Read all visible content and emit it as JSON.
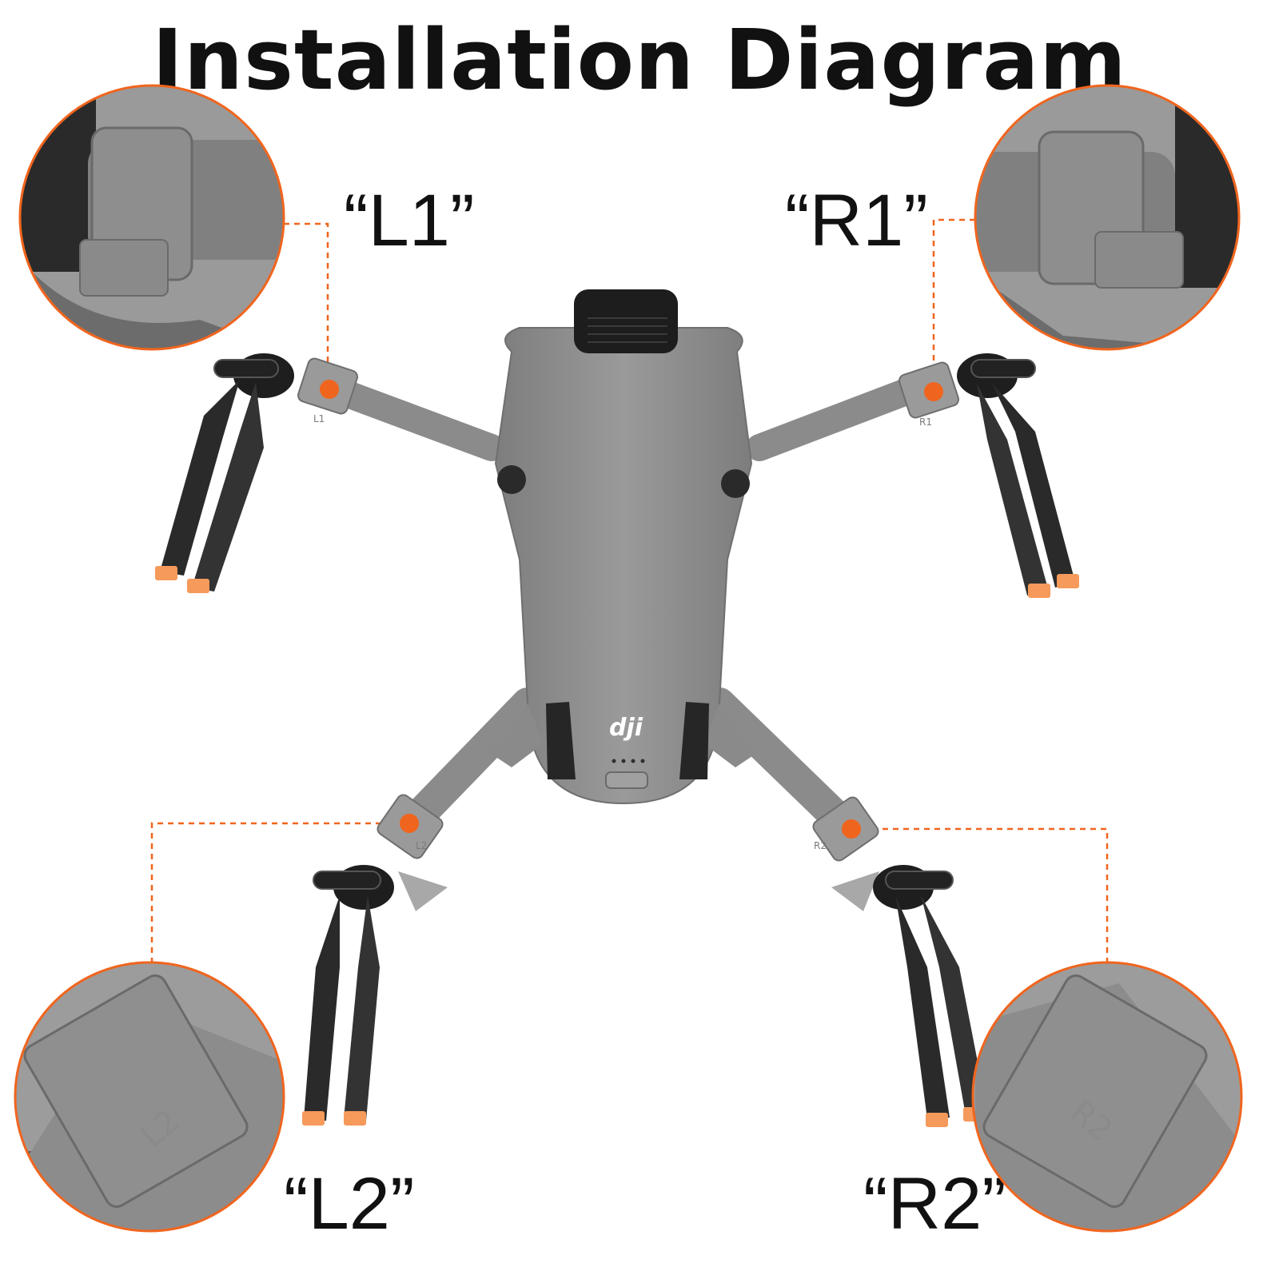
{
  "title": "Installation Diagram",
  "labels": {
    "front_left": "“L1”",
    "front_right": "“R1”",
    "rear_left": "“L2”",
    "rear_right": "“R2”"
  },
  "part_markings": {
    "front_left": "L1",
    "front_right": "R1",
    "rear_left": "L2",
    "rear_right": "R2"
  },
  "logo": "dji",
  "colors": {
    "accent": "#f0651e",
    "drone_body": "#8e8e8e",
    "propeller": "#2a2a2a",
    "prop_tip": "#f59a5b"
  }
}
